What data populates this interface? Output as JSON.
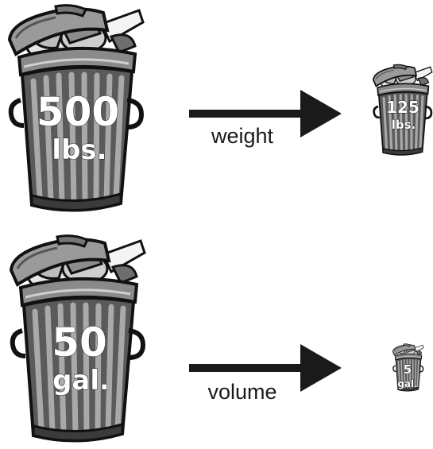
{
  "rows": [
    {
      "label": "weight",
      "before": {
        "amount": "500",
        "unit": "lbs."
      },
      "after": {
        "amount": "125",
        "unit": "lbs."
      }
    },
    {
      "label": "volume",
      "before": {
        "amount": "50",
        "unit": "gal."
      },
      "after": {
        "amount": "5",
        "unit": "gal."
      }
    }
  ],
  "icons": {
    "can": "trash-can-icon",
    "arrow": "right-arrow-icon"
  }
}
